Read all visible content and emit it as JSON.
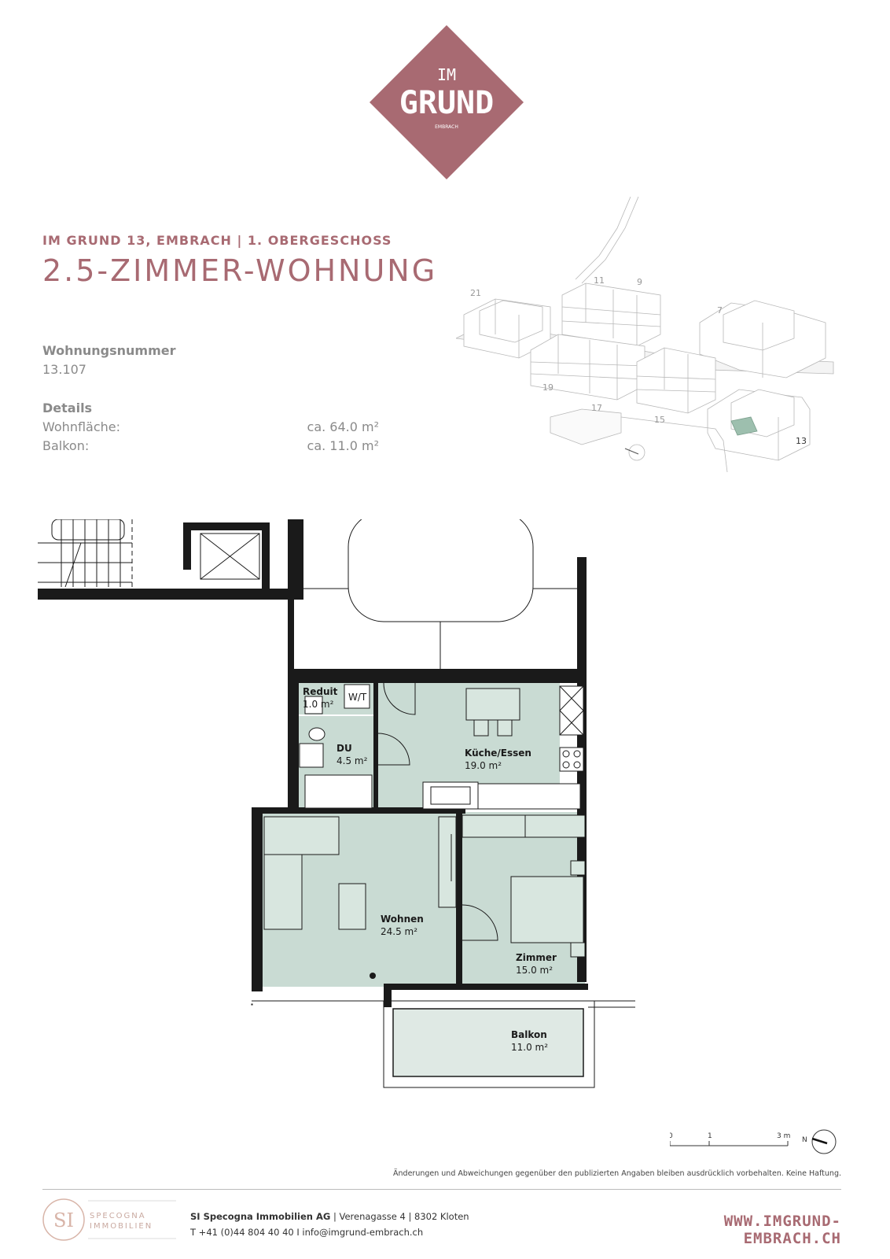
{
  "logo": {
    "line1": "IM",
    "line2": "GRUND",
    "line3": "EMBRACH",
    "color": "#a86a72"
  },
  "header": {
    "subtitle": "IM GRUND 13, EMBRACH | 1. OBERGESCHOSS",
    "title": "2.5-ZIMMER-WOHNUNG"
  },
  "unit": {
    "label": "Wohnungsnummer",
    "value": "13.107"
  },
  "details": {
    "heading": "Details",
    "rows": [
      {
        "label": "Wohnfläche:",
        "value": "ca. 64.0 m²"
      },
      {
        "label": "Balkon:",
        "value": "ca. 11.0 m²"
      }
    ]
  },
  "site_plan": {
    "building_numbers": [
      "21",
      "11",
      "9",
      "7",
      "19",
      "17",
      "15",
      "13"
    ],
    "highlight_color": "#9dbfae"
  },
  "rooms": [
    {
      "name": "Reduit",
      "area": "1.0 m²"
    },
    {
      "name": "W/T",
      "area": ""
    },
    {
      "name": "DU",
      "area": "4.5 m²"
    },
    {
      "name": "Küche/Essen",
      "area": "19.0 m²"
    },
    {
      "name": "Wohnen",
      "area": "24.5 m²"
    },
    {
      "name": "Zimmer",
      "area": "15.0 m²"
    },
    {
      "name": "Balkon",
      "area": "11.0 m²"
    }
  ],
  "scale": {
    "ticks": [
      "0",
      "1",
      "3 m"
    ],
    "north": "N"
  },
  "disclaimer": "Änderungen und Abweichungen gegenüber den publizierten Angaben bleiben ausdrücklich vorbehalten. Keine Haftung.",
  "footer": {
    "si_logo": {
      "mark": "SI",
      "line1": "SPECOGNA",
      "line2": "IMMOBILIEN"
    },
    "company_name": "SI Specogna Immobilien AG",
    "address": " | Verenagasse 4 | 8302 Kloten",
    "contact": "T +41 (0)44 804 40 40  I info@imgrund-embrach.ch",
    "website": "WWW.IMGRUND-EMBRACH.CH"
  }
}
